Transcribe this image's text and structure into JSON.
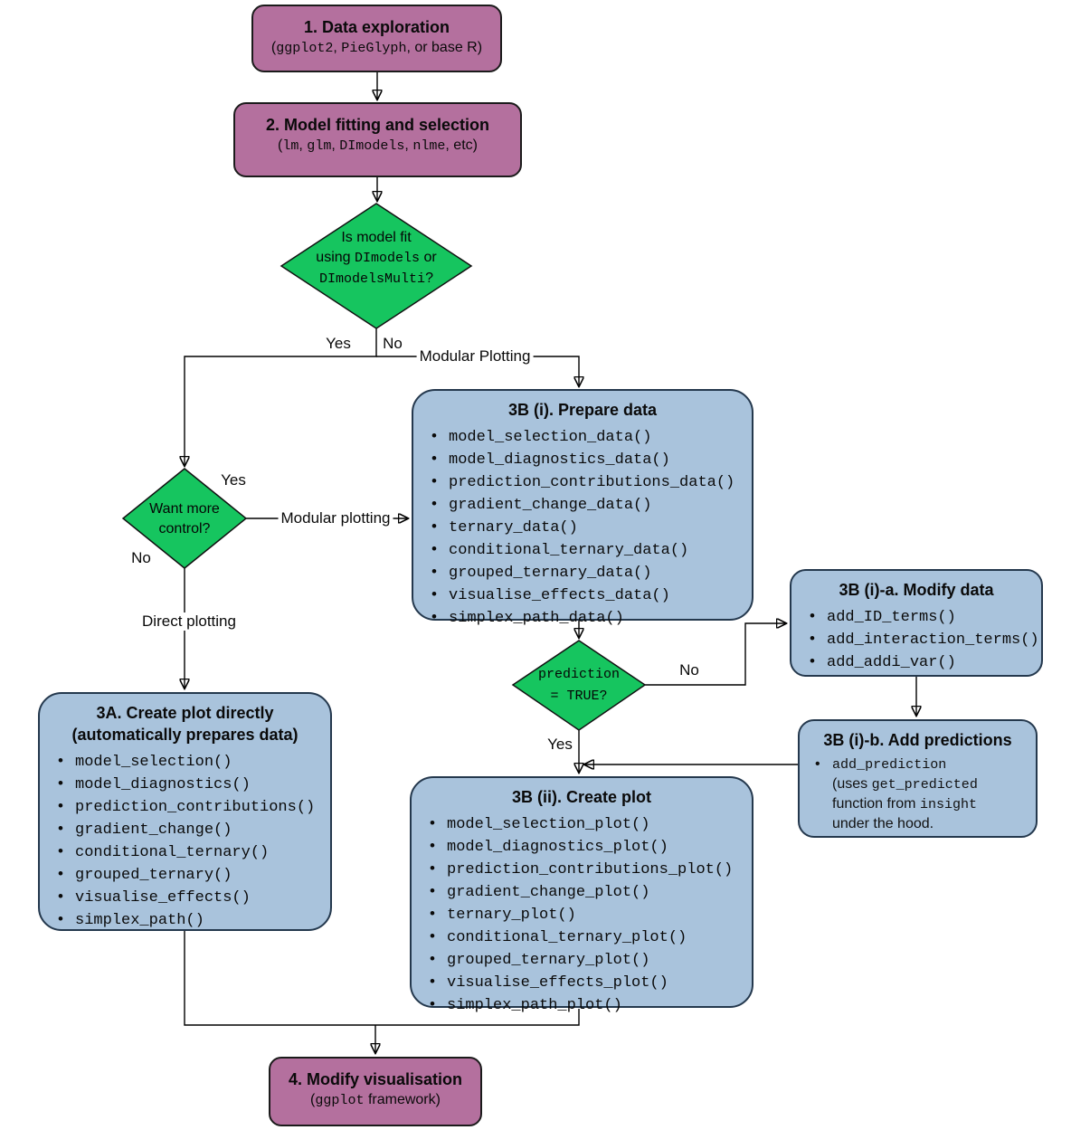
{
  "colors": {
    "purple": "#b4709e",
    "green": "#16c55f",
    "blue": "#a9c3dc"
  },
  "nodes": {
    "step1": {
      "title": "1. Data exploration",
      "subtitle": [
        {
          "t": "("
        },
        {
          "t": "ggplot2",
          "m": 1
        },
        {
          "t": ", "
        },
        {
          "t": "PieGlyph",
          "m": 1
        },
        {
          "t": ", or base R)"
        }
      ]
    },
    "step2": {
      "title": "2. Model fitting and selection",
      "subtitle": [
        {
          "t": "("
        },
        {
          "t": "lm",
          "m": 1
        },
        {
          "t": ", "
        },
        {
          "t": "glm",
          "m": 1
        },
        {
          "t": ", "
        },
        {
          "t": "DImodels",
          "m": 1
        },
        {
          "t": ", "
        },
        {
          "t": "nlme",
          "m": 1
        },
        {
          "t": ", etc)"
        }
      ]
    },
    "decision_model": {
      "lines": [
        [
          {
            "t": "Is model fit"
          }
        ],
        [
          {
            "t": "using "
          },
          {
            "t": "DImodels",
            "m": 1
          },
          {
            "t": " or"
          }
        ],
        [
          {
            "t": "DImodelsMulti",
            "m": 1
          },
          {
            "t": "?"
          }
        ]
      ]
    },
    "decision_control": {
      "lines": [
        [
          {
            "t": "Want more"
          }
        ],
        [
          {
            "t": "control?"
          }
        ]
      ]
    },
    "decision_prediction": {
      "lines": [
        [
          {
            "t": "prediction",
            "m": 1
          }
        ],
        [
          {
            "t": "= TRUE?",
            "m": 1
          }
        ]
      ]
    },
    "prepare_data": {
      "title": "3B (i). Prepare data",
      "items": [
        "model_selection_data()",
        "model_diagnostics_data()",
        "prediction_contributions_data()",
        "gradient_change_data()",
        "ternary_data()",
        "conditional_ternary_data()",
        "grouped_ternary_data()",
        "visualise_effects_data()",
        "simplex_path_data()"
      ]
    },
    "modify_data": {
      "title": "3B (i)-a. Modify data",
      "items": [
        "add_ID_terms()",
        "add_interaction_terms()",
        "add_addi_var()"
      ]
    },
    "add_predictions": {
      "title": "3B (i)-b. Add predictions",
      "bullet_lines": [
        [
          {
            "t": "add_prediction",
            "m": 1
          }
        ],
        [
          {
            "t": "(uses "
          },
          {
            "t": "get_predicted",
            "m": 1
          }
        ],
        [
          {
            "t": "function from "
          },
          {
            "t": "insight",
            "m": 1
          }
        ],
        [
          {
            "t": "under the hood."
          }
        ]
      ]
    },
    "create_plot_modular": {
      "title": "3B (ii). Create plot",
      "items": [
        "model_selection_plot()",
        "model_diagnostics_plot()",
        "prediction_contributions_plot()",
        "gradient_change_plot()",
        "ternary_plot()",
        "conditional_ternary_plot()",
        "grouped_ternary_plot()",
        "visualise_effects_plot()",
        "simplex_path_plot()"
      ]
    },
    "create_plot_direct": {
      "title_line1": "3A. Create plot directly",
      "title_line2": "(automatically prepares data)",
      "items": [
        "model_selection()",
        "model_diagnostics()",
        "prediction_contributions()",
        "gradient_change()",
        "conditional_ternary()",
        "grouped_ternary()",
        "visualise_effects()",
        "simplex_path()"
      ]
    },
    "step4": {
      "title": "4. Modify visualisation",
      "subtitle": [
        {
          "t": "("
        },
        {
          "t": "ggplot",
          "m": 1
        },
        {
          "t": " framework)"
        }
      ]
    }
  },
  "edge_labels": {
    "model_yes": "Yes",
    "model_no": "No",
    "modular_plotting_top": "Modular Plotting",
    "control_yes": "Yes",
    "control_no": "No",
    "modular_plotting_mid": "Modular plotting",
    "direct_plotting": "Direct plotting",
    "prediction_no": "No",
    "prediction_yes": "Yes"
  }
}
